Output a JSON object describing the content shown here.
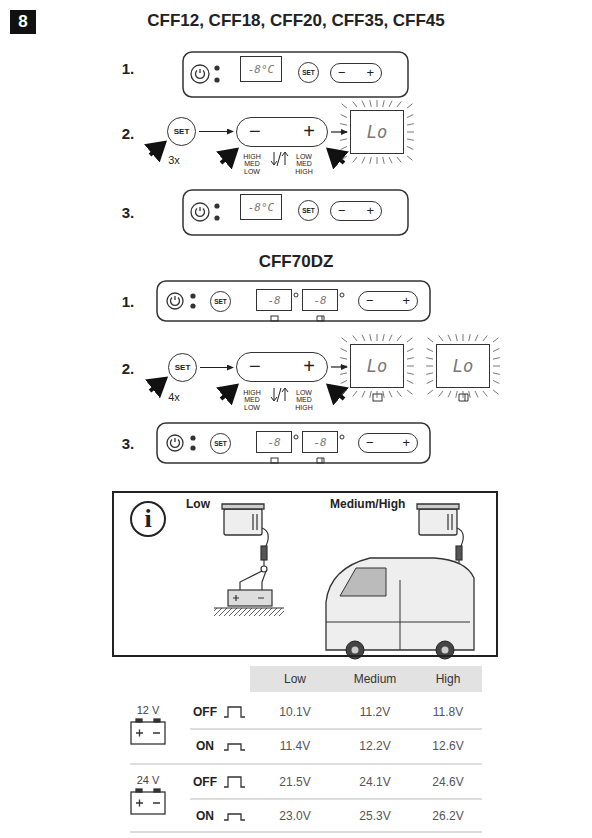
{
  "diagram": {
    "title": "CFF12, CFF18, CFF20, CFF35, CFF45",
    "nodes": [
      {
        "text": [
          "8"
        ]
      },
      {
        "text": [
          "-8°C"
        ]
      },
      {
        "text": [
          "SET"
        ]
      },
      {
        "text": [
          "−",
          "+"
        ]
      },
      {
        "text": [
          "SET"
        ]
      },
      {
        "text": [
          "−",
          "+"
        ]
      },
      {
        "text": [
          "Lo"
        ]
      },
      {
        "text": [
          "-8°C"
        ]
      },
      {
        "text": [
          "SET"
        ]
      },
      {
        "text": [
          "−",
          "+"
        ]
      },
      {
        "text": [
          "SET"
        ]
      },
      {
        "text": [
          "-8"
        ]
      },
      {
        "text": [
          "-8"
        ]
      },
      {
        "text": [
          "−",
          "+"
        ]
      },
      {
        "text": [
          "SET"
        ]
      },
      {
        "text": [
          "−",
          "+"
        ]
      },
      {
        "text": [
          "Lo"
        ]
      },
      {
        "text": [
          "Lo"
        ]
      },
      {
        "text": [
          "SET"
        ]
      },
      {
        "text": [
          "-8"
        ]
      },
      {
        "text": [
          "-8"
        ]
      },
      {
        "text": [
          "−",
          "+"
        ]
      },
      {
        "text": [
          "Low",
          "Medium/High"
        ]
      },
      {
        "text": [
          "i"
        ],
        "in": 22
      }
    ],
    "edges": [
      {
        "from": 4,
        "to": 5,
        "arrow": "to"
      },
      {
        "from": 5,
        "to": 6,
        "arrow": "to"
      },
      {
        "from": 14,
        "to": 15,
        "arrow": "to"
      },
      {
        "from": 15,
        "to": 16,
        "arrow": "to"
      }
    ],
    "labels": [
      "1.",
      "2.",
      "3x",
      "HIGH MED LOW",
      "LOW MED HIGH",
      "3.",
      "CFF70DZ",
      "1.",
      "2.",
      "4x",
      "HIGH MED LOW",
      "LOW MED HIGH",
      "3.",
      "Low",
      "Medium",
      "High",
      "12 V",
      "OFF",
      "10.1V",
      "11.2V",
      "11.8V",
      "ON",
      "11.4V",
      "12.2V",
      "12.6V",
      "24 V",
      "OFF",
      "21.5V",
      "24.1V",
      "24.6V",
      "ON",
      "23.0V",
      "25.3V",
      "26.2V"
    ]
  }
}
